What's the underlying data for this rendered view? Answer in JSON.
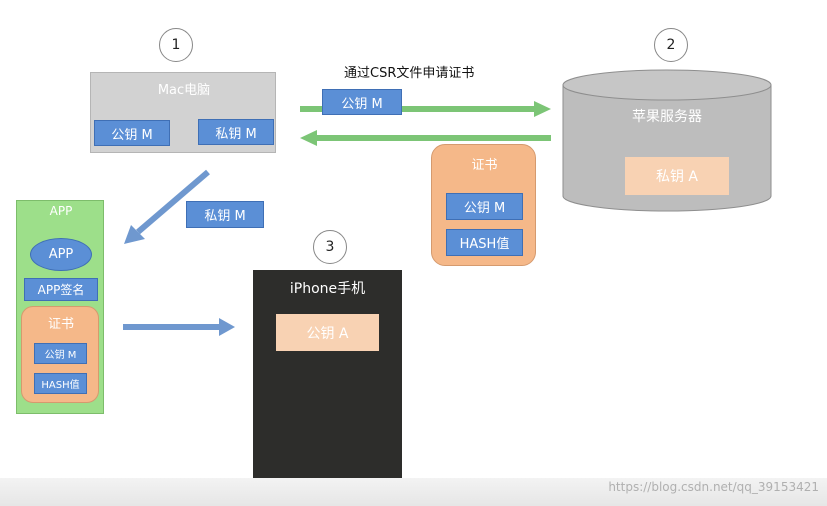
{
  "steps": {
    "one": "1",
    "two": "2",
    "three": "3"
  },
  "mac": {
    "title": "Mac电脑",
    "public_key": "公钥 M",
    "private_key": "私钥 M"
  },
  "csr_label": "通过CSR文件申请证书",
  "csr_public_key": "公钥 M",
  "server": {
    "title": "苹果服务器",
    "private_key": "私钥 A"
  },
  "cert_returned": {
    "title": "证书",
    "public_key": "公钥 M",
    "hash": "HASH值"
  },
  "private_key_transfer": "私钥 M",
  "app": {
    "title": "APP",
    "ellipse": "APP",
    "signature": "APP签名",
    "cert_title": "证书",
    "cert_public_key": "公钥 M",
    "cert_hash": "HASH值"
  },
  "iphone": {
    "title": "iPhone手机",
    "public_key": "公钥 A"
  },
  "watermark": "https://blog.csdn.net/qq_39153421",
  "colors": {
    "blue": "#5b8fd6",
    "green_arrow": "#7cc576",
    "blue_arrow": "#6f98cf",
    "app_green": "#9ddf8a",
    "orange": "#f5b889",
    "gray": "#bdbdbd",
    "dark": "#2d2d2b",
    "peach": "#f8d2b3"
  }
}
